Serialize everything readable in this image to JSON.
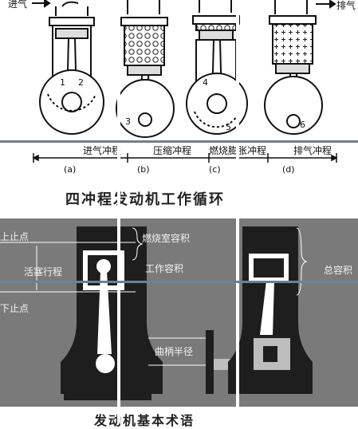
{
  "top": {
    "intake_arrow_label": "进气",
    "exhaust_arrow_label": "排气",
    "numbers": [
      "1",
      "2",
      "3",
      "4",
      "5",
      "6"
    ],
    "strokes": [
      "进气冲程",
      "压缩冲程",
      "燃烧膨胀冲程",
      "排气冲程"
    ],
    "sub_labels": [
      "(a)",
      "(b)",
      "(c)",
      "(d)"
    ],
    "title": "四冲程发动机工作循环"
  },
  "bottom": {
    "labels": {
      "tdc": "上止点",
      "stroke": "活塞行程",
      "bdc": "下止点",
      "combustion_chamber": "燃烧室容积",
      "working_volume": "工作容积",
      "total_volume": "总容积",
      "crank_radius": "曲柄半径"
    },
    "bottom_caption": "发动机基本术语"
  },
  "colors": {
    "panel_bg": "#7a7a7a",
    "engine_dark": "#1e1e1e",
    "divider": "#6e7f91"
  }
}
